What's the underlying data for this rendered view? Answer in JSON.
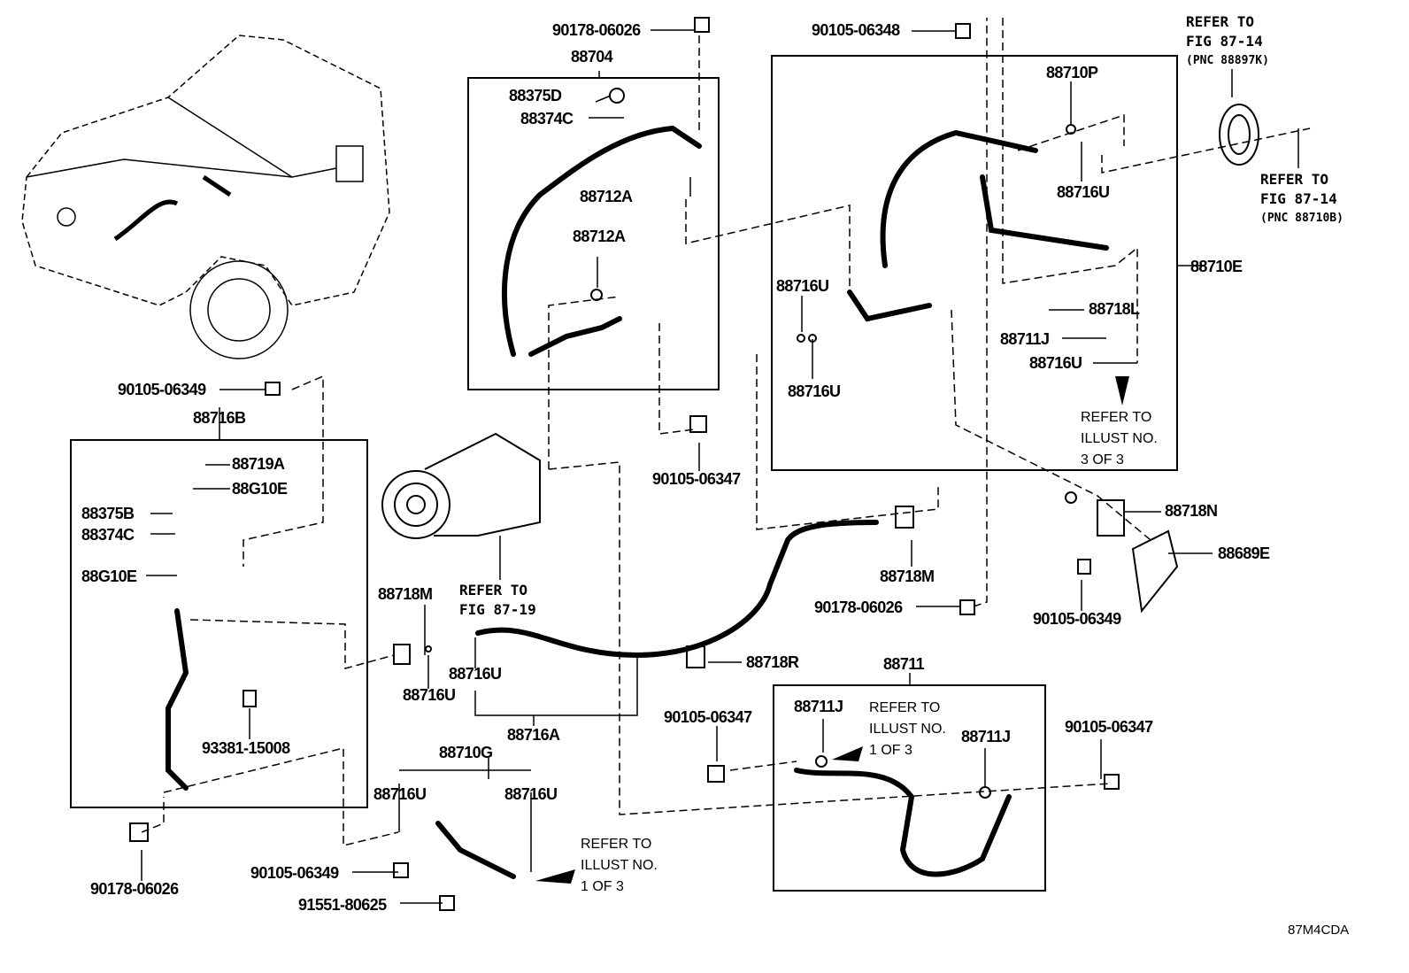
{
  "diagram_id": "87M4CDA",
  "part_labels": [
    "90178-06026",
    "88704",
    "88375D",
    "88374C",
    "88712A",
    "88712A",
    "90105-06348",
    "88710P",
    "88716U",
    "88716U",
    "88716U",
    "88718L",
    "88711J",
    "88716U",
    "88710E",
    "90105-06349",
    "88716B",
    "88719A",
    "88G10E",
    "88375B",
    "88374C",
    "88G10E",
    "90105-06347",
    "88718N",
    "88689E",
    "90105-06349",
    "88718M",
    "90178-06026",
    "88718M",
    "88716U",
    "88716U",
    "88716A",
    "88718R",
    "88711",
    "88711J",
    "88711J",
    "90105-06347",
    "90105-06347",
    "93381-15008",
    "88710G",
    "88716U",
    "88716U",
    "90105-06349",
    "91551-80625",
    "90178-06026"
  ],
  "refer_notes": [
    [
      "REFER TO",
      "FIG 87-14",
      "(PNC 88897K)"
    ],
    [
      "REFER TO",
      "FIG 87-14",
      "(PNC 88710B)"
    ],
    [
      "REFER TO",
      "ILLUST NO.",
      "3 OF 3"
    ],
    [
      "REFER TO",
      "FIG 87-19"
    ],
    [
      "REFER TO",
      "ILLUST NO.",
      "1 OF 3"
    ],
    [
      "REFER TO",
      "ILLUST NO.",
      "1 OF 3"
    ]
  ]
}
